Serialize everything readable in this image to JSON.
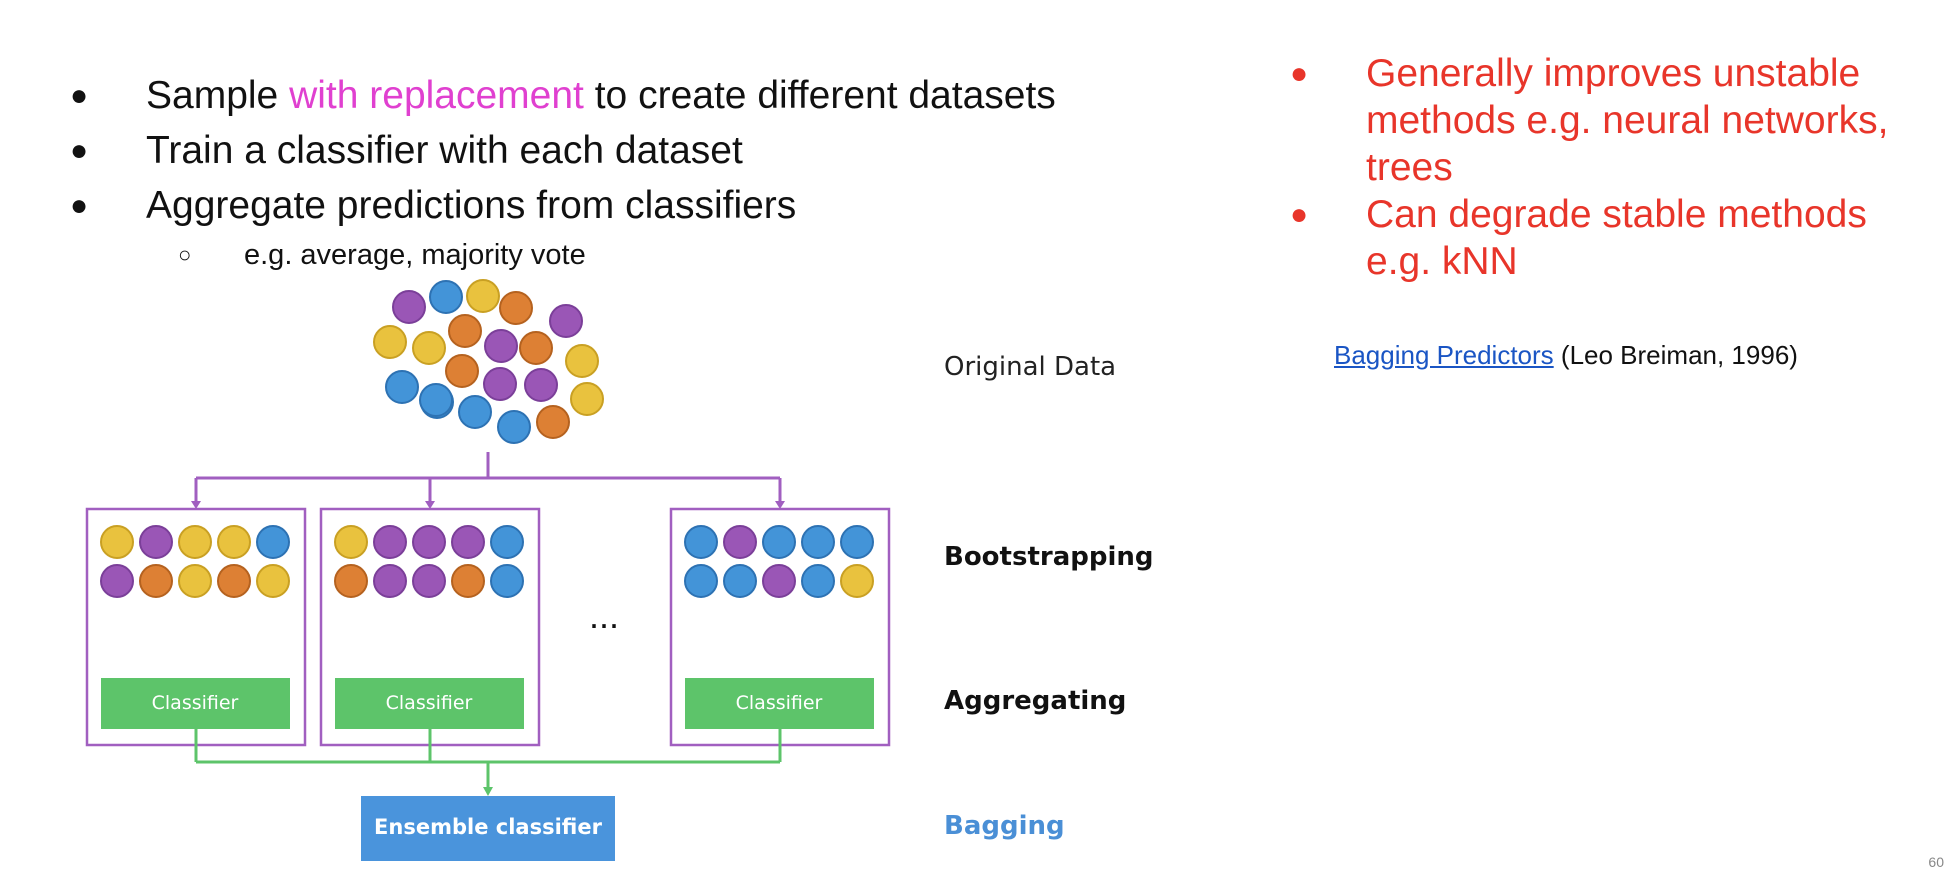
{
  "bullets": [
    {
      "pre": "Sample ",
      "highlight": "with replacement",
      "post": " to create different datasets"
    },
    {
      "text": "Train a classifier with each dataset"
    },
    {
      "text": "Aggregate predictions from classifiers"
    }
  ],
  "sub_bullet": "e.g. average, majority vote",
  "right_points": [
    "Generally improves unstable methods e.g. neural networks, trees",
    "Can degrade stable methods e.g. kNN"
  ],
  "reference": {
    "link": "Bagging Predictors",
    "rest": " (Leo Breiman, 1996)"
  },
  "diagram": {
    "stages": {
      "original": "Original Data",
      "bootstrapping": "Bootstrapping",
      "aggregating": "Aggregating",
      "bagging": "Bagging"
    },
    "classifier_label": "Classifier",
    "ensemble_label": "Ensemble classifier",
    "ellipsis": "...",
    "colors": {
      "purple": "#9a56b6",
      "blue": "#4394d8",
      "yellow": "#e9c23e",
      "orange": "#dd8034",
      "box": "#a15fc0",
      "green": "#5dc46a",
      "ensemble": "#4a94dc",
      "bagging_text": "#4a8fd6"
    },
    "cloud": [
      "purple",
      "blue",
      "yellow",
      "orange",
      "purple",
      "yellow",
      "yellow",
      "orange",
      "purple",
      "orange",
      "yellow",
      "blue",
      "blue",
      "orange",
      "purple",
      "purple",
      "yellow",
      "blue",
      "blue",
      "orange",
      "blue"
    ],
    "samples": [
      [
        "yellow",
        "purple",
        "yellow",
        "yellow",
        "blue",
        "purple",
        "orange",
        "yellow",
        "orange",
        "yellow"
      ],
      [
        "yellow",
        "purple",
        "purple",
        "purple",
        "blue",
        "orange",
        "purple",
        "purple",
        "orange",
        "blue"
      ],
      [
        "blue",
        "purple",
        "blue",
        "blue",
        "blue",
        "blue",
        "blue",
        "purple",
        "blue",
        "yellow"
      ]
    ]
  },
  "page_number": "60"
}
